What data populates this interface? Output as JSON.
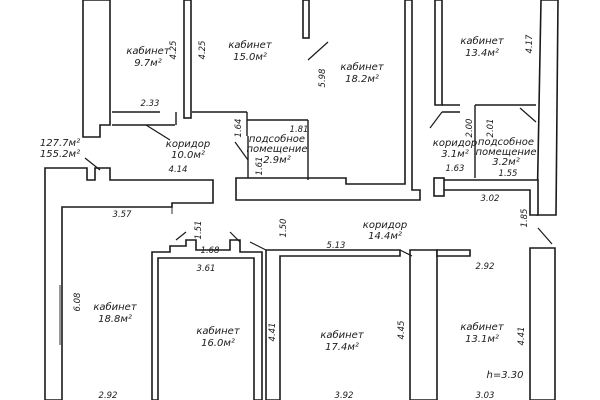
{
  "rooms": [
    {
      "id": "r1",
      "name": "кабинет",
      "area": "9.7м²"
    },
    {
      "id": "r2",
      "name": "кабинет",
      "area": "15.0м²"
    },
    {
      "id": "r3",
      "name": "кабинет",
      "area": "18.2м²"
    },
    {
      "id": "r4",
      "name": "кабинет",
      "area": "13.4м²"
    },
    {
      "id": "r5",
      "name": "коридор",
      "area": "10.0м²"
    },
    {
      "id": "r6",
      "name_l1": "подсобное",
      "name_l2": "помещение",
      "area": "2.9м²"
    },
    {
      "id": "r7",
      "name": "коридор",
      "area": "3.1м²"
    },
    {
      "id": "r8",
      "name_l1": "подсобное",
      "name_l2": "помещение",
      "area": "3.2м²"
    },
    {
      "id": "r9",
      "name": "коридор",
      "area": "14.4м²"
    },
    {
      "id": "r10",
      "name": "кабинет",
      "area": "18.8м²"
    },
    {
      "id": "r11",
      "name": "кабинет",
      "area": "16.0м²"
    },
    {
      "id": "r12",
      "name": "кабинет",
      "area": "17.4м²"
    },
    {
      "id": "r13",
      "name": "кабинет",
      "area": "13.1м²"
    }
  ],
  "totals": {
    "line1": "127.7м²",
    "line2": "155.2м²"
  },
  "height": "h=3.30",
  "dimensions": {
    "d_425a": "4.25",
    "d_425b": "4.25",
    "d_598": "5.98",
    "d_417": "4.17",
    "d_233": "2.33",
    "d_164": "1.64",
    "d_181": "1.81",
    "d_161": "1.61",
    "d_200": "2.00",
    "d_201": "2.01",
    "d_163": "1.63",
    "d_155": "1.55",
    "d_414": "4.14",
    "d_302": "3.02",
    "d_185": "1.85",
    "d_357": "3.57",
    "d_151": "1.51",
    "d_150": "1.50",
    "d_168": "1.68",
    "d_513": "5.13",
    "d_292a": "2.92",
    "d_361": "3.61",
    "d_608": "6.08",
    "d_441a": "4.41",
    "d_445": "4.45",
    "d_441b": "4.41",
    "d_292b": "2.92",
    "d_392": "3.92",
    "d_303": "3.03"
  }
}
